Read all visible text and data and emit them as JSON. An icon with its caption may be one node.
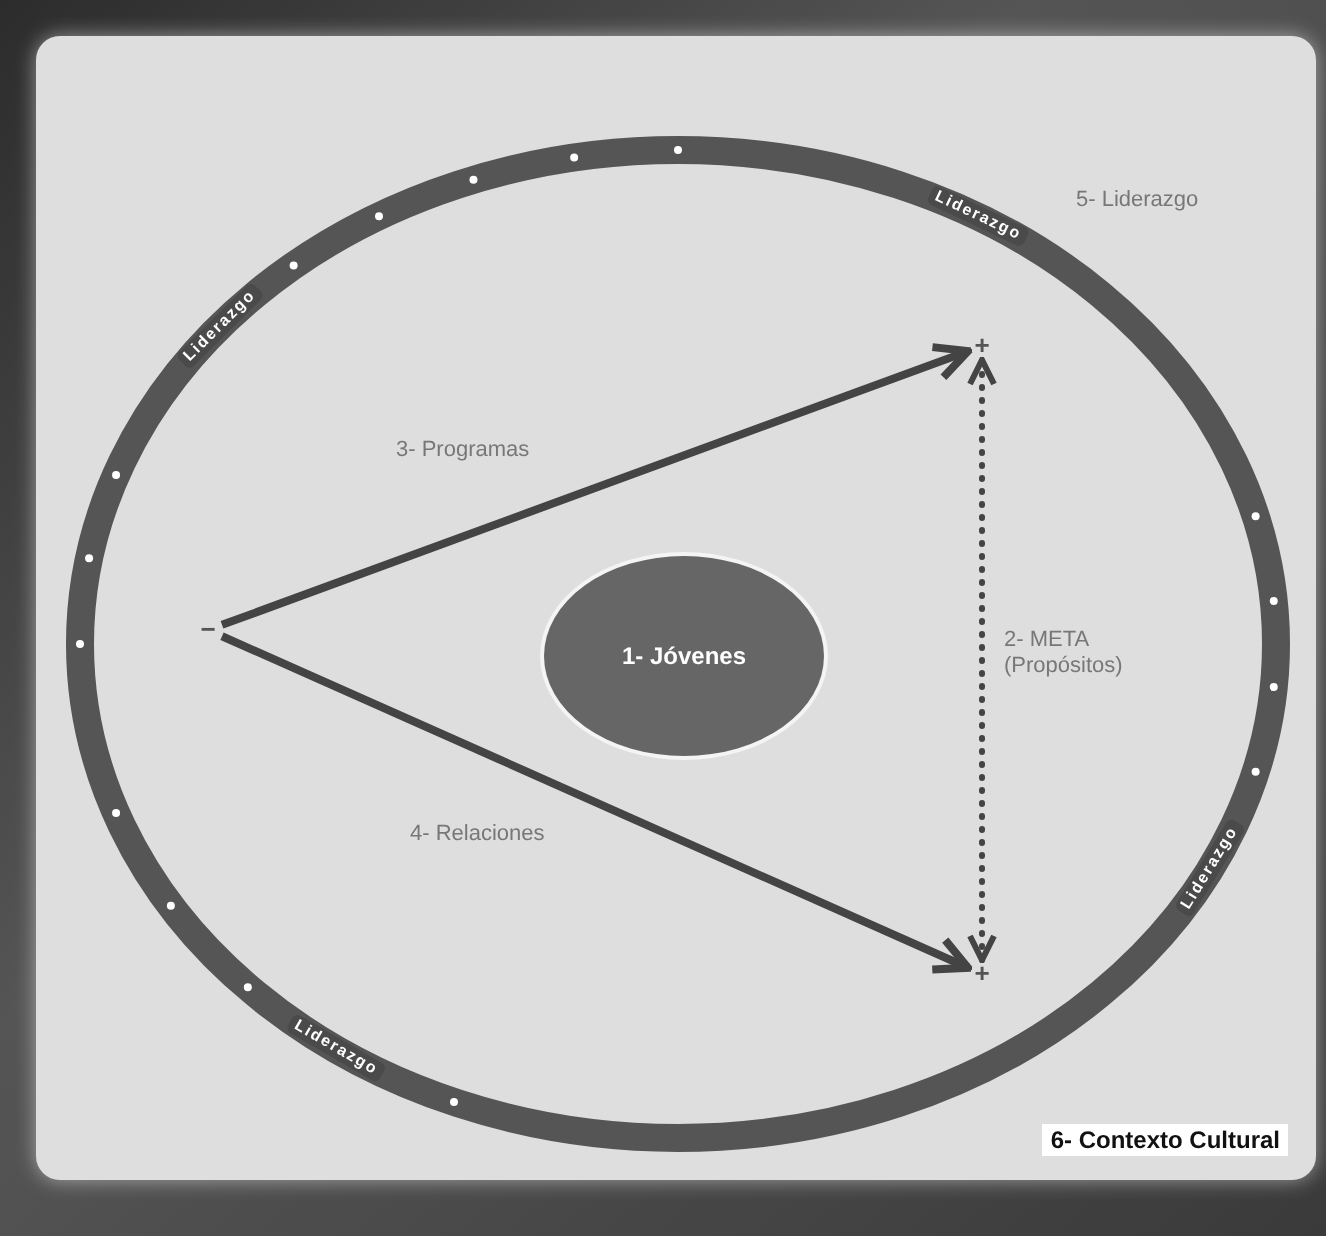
{
  "diagram": {
    "nodes": [
      {
        "text": [
          "6- Contexto Cultural"
        ]
      },
      {
        "text": [
          "5- Liderazgo",
          "Liderazgo",
          "Liderazgo",
          "Liderazgo",
          "Liderazgo"
        ],
        "in": 0
      },
      {
        "text": [
          "−"
        ],
        "in": 1
      },
      {
        "text": [
          "+"
        ],
        "in": 1
      },
      {
        "text": [
          "+"
        ],
        "in": 1
      },
      {
        "text": [
          "1- Jóvenes"
        ],
        "in": 1
      }
    ],
    "edges": [
      {
        "from": 2,
        "to": 3,
        "arrow": "to",
        "label": "3- Programas"
      },
      {
        "from": 2,
        "to": 4,
        "arrow": "to",
        "label": "4- Relaciones"
      },
      {
        "from": 4,
        "to": 3,
        "arrow": "both",
        "label": "2- META (Propósitos)",
        "style": "dashed"
      }
    ]
  }
}
